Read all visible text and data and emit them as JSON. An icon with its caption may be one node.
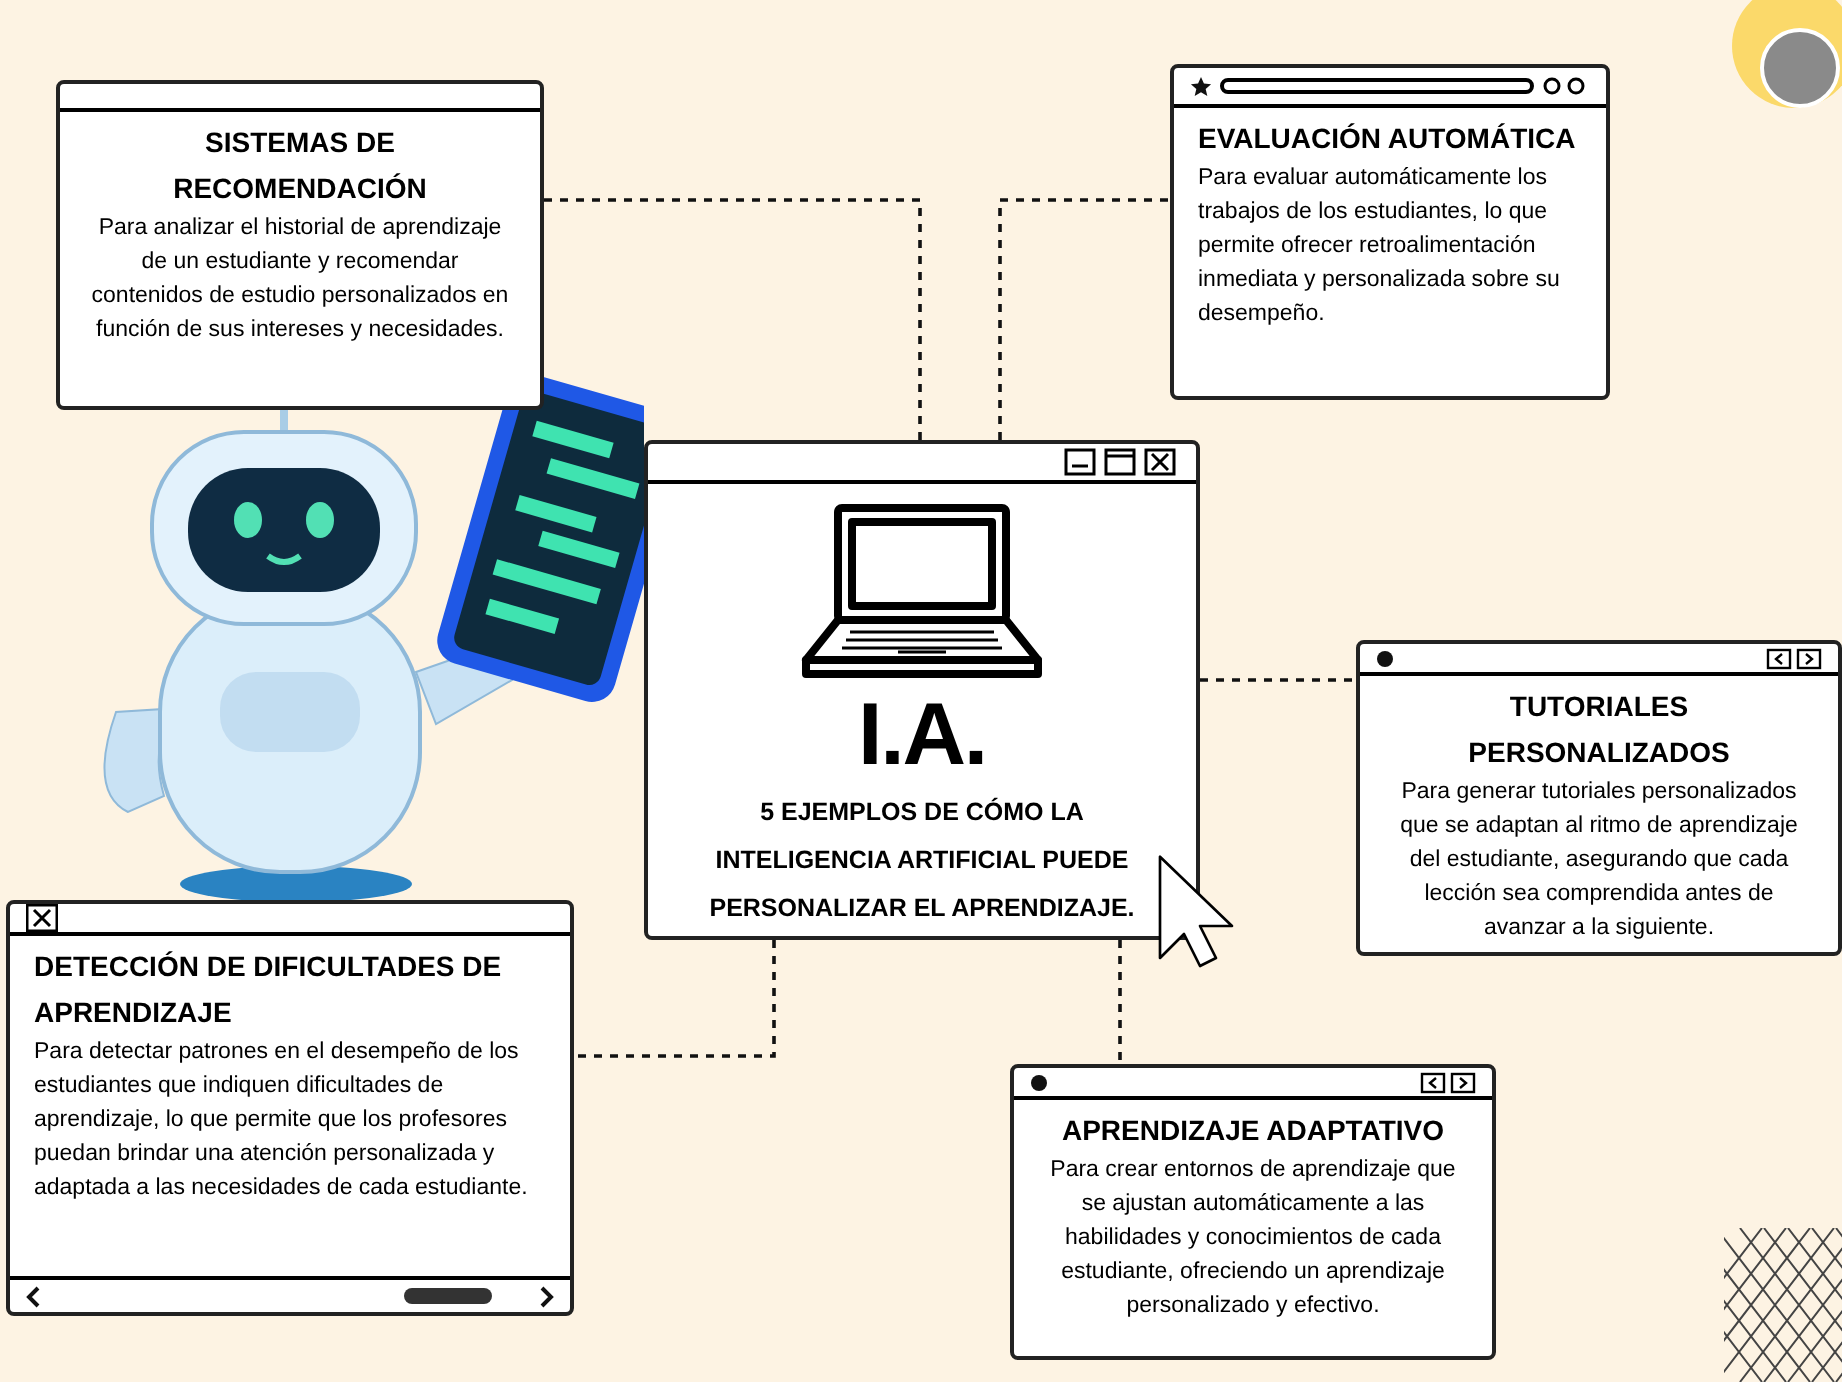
{
  "diagram": {
    "nodes": [
      {
        "text": [
          "I.A.",
          "5 EJEMPLOS DE CÓMO LA INTELIGENCIA ARTIFICIAL PUEDE PERSONALIZAR EL APRENDIZAJE."
        ]
      },
      {
        "text": [
          "SISTEMAS DE RECOMENDACIÓN",
          "Para analizar el historial de aprendizaje de un estudiante y recomendar contenidos de estudio personalizados en función de sus intereses y necesidades."
        ]
      },
      {
        "text": [
          "EVALUACIÓN AUTOMÁTICA",
          "Para evaluar automáticamente los trabajos de los estudiantes, lo que permite ofrecer retroalimentación inmediata y personalizada sobre su desempeño."
        ]
      },
      {
        "text": [
          "TUTORIALES PERSONALIZADOS",
          "Para generar tutoriales personalizados que se adaptan al ritmo de aprendizaje del estudiante, asegurando que cada lección sea comprendida antes de avanzar a la siguiente."
        ]
      },
      {
        "text": [
          "DETECCIÓN DE DIFICULTADES DE APRENDIZAJE",
          "Para detectar patrones en el desempeño de los estudiantes que indiquen dificultades de aprendizaje, lo que permite que los profesores puedan brindar una atención personalizada y adaptada a las necesidades de cada estudiante."
        ]
      },
      {
        "text": [
          "APRENDIZAJE ADAPTATIVO",
          "Para crear entornos de aprendizaje que se ajustan automáticamente a las habilidades y conocimientos de cada estudiante, ofreciendo un aprendizaje personalizado y efectivo."
        ]
      }
    ],
    "edges": [
      {
        "from": 0,
        "to": 1,
        "arrow": "none",
        "style": "dashed"
      },
      {
        "from": 0,
        "to": 2,
        "arrow": "none",
        "style": "dashed"
      },
      {
        "from": 0,
        "to": 3,
        "arrow": "none",
        "style": "dashed"
      },
      {
        "from": 0,
        "to": 4,
        "arrow": "none",
        "style": "dashed"
      },
      {
        "from": 0,
        "to": 5,
        "arrow": "none",
        "style": "dashed"
      }
    ]
  }
}
